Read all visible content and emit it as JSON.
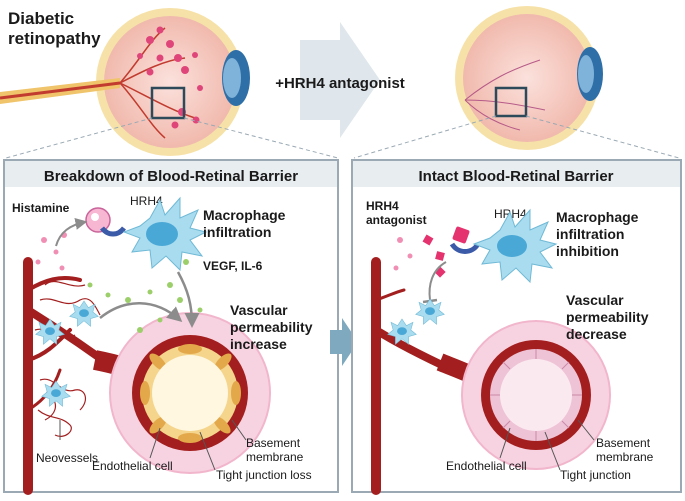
{
  "header": {
    "disease_title": "Diabetic\nretinopathy",
    "treatment_label": "+HRH4 antagonist"
  },
  "left_panel": {
    "title": "Breakdown of Blood-Retinal Barrier",
    "histamine": "Histamine",
    "hrh4": "HRH4",
    "macrophage": "Macrophage\ninfiltration",
    "vegf": "VEGF, IL-6",
    "vascular": "Vascular\npermeability\nincrease",
    "neovessels": "Neovessels",
    "endothelial": "Endothelial cell",
    "basement": "Basement\nmembrane",
    "tight_junction": "Tight junction loss"
  },
  "right_panel": {
    "title": "Intact Blood-Retinal Barrier",
    "antagonist": "HRH4\nantagonist",
    "hrh4": "HRH4",
    "macrophage": "Macrophage\ninfiltration\ninhibition",
    "vascular": "Vascular\npermeability\ndecrease",
    "endothelial": "Endothelial cell",
    "basement": "Basement\nmembrane",
    "tight_junction": "Tight junction"
  },
  "colors": {
    "panel_border": "#9aa9b3",
    "title_bg": "#e8edf0",
    "vessel": "#a31f1f",
    "macrophage": "#a9dcef",
    "nucleus": "#4aa8d6",
    "pink_ring": "#f2b6cc",
    "arrow": "#7fa9be",
    "gray_arrow": "#8c8c8c",
    "green_dot": "#9ccf6a",
    "pink_dot": "#f08fb3",
    "antagonist": "#e4336e"
  }
}
